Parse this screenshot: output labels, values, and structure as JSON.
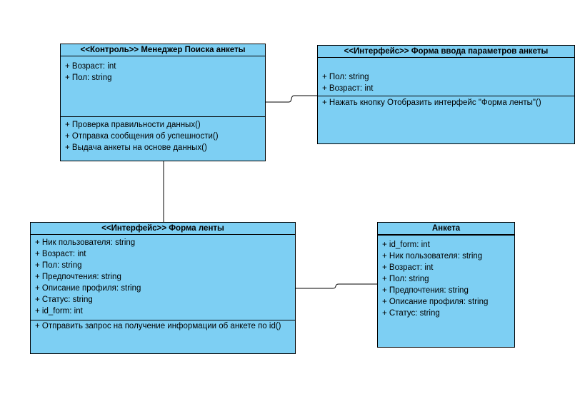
{
  "classes": {
    "manager": {
      "title": "<<Контроль>> Менеджер Поиска анкеты",
      "attributes": [
        "+ Возраст: int",
        "+ Пол: string"
      ],
      "operations": [
        "+ Проверка правильности данных()",
        "+ Отправка сообщения об успешности()",
        "+ Выдача анкеты на основе данных()"
      ]
    },
    "input_form": {
      "title": "<<Интерфейс>> Форма ввода параметров анкеты",
      "attributes": [
        "+ Пол: string",
        "+ Возраст: int"
      ],
      "operations": [
        "+ Нажать кнопку Отобразить интерфейс \"Форма ленты\"()"
      ]
    },
    "feed_form": {
      "title": "<<Интерфейс>> Форма  ленты",
      "attributes": [
        "+ Ник пользователя: string",
        "+ Возраст: int",
        "+ Пол: string",
        "+ Предпочтения: string",
        "+ Описание профиля: string",
        "+ Статус: string",
        "+ id_form: int"
      ],
      "operations": [
        "+ Отправить запрос на получение информации об анкете по id()"
      ]
    },
    "profile": {
      "title": "Анкета",
      "attributes": [
        "+ id_form: int",
        "+ Ник пользователя: string",
        "+ Возраст: int",
        "+ Пол: string",
        "+ Предпочтения: string",
        "+ Описание профиля: string",
        "+ Статус: string"
      ]
    }
  },
  "colors": {
    "class_fill": "#7dcff3",
    "line": "#000000"
  }
}
